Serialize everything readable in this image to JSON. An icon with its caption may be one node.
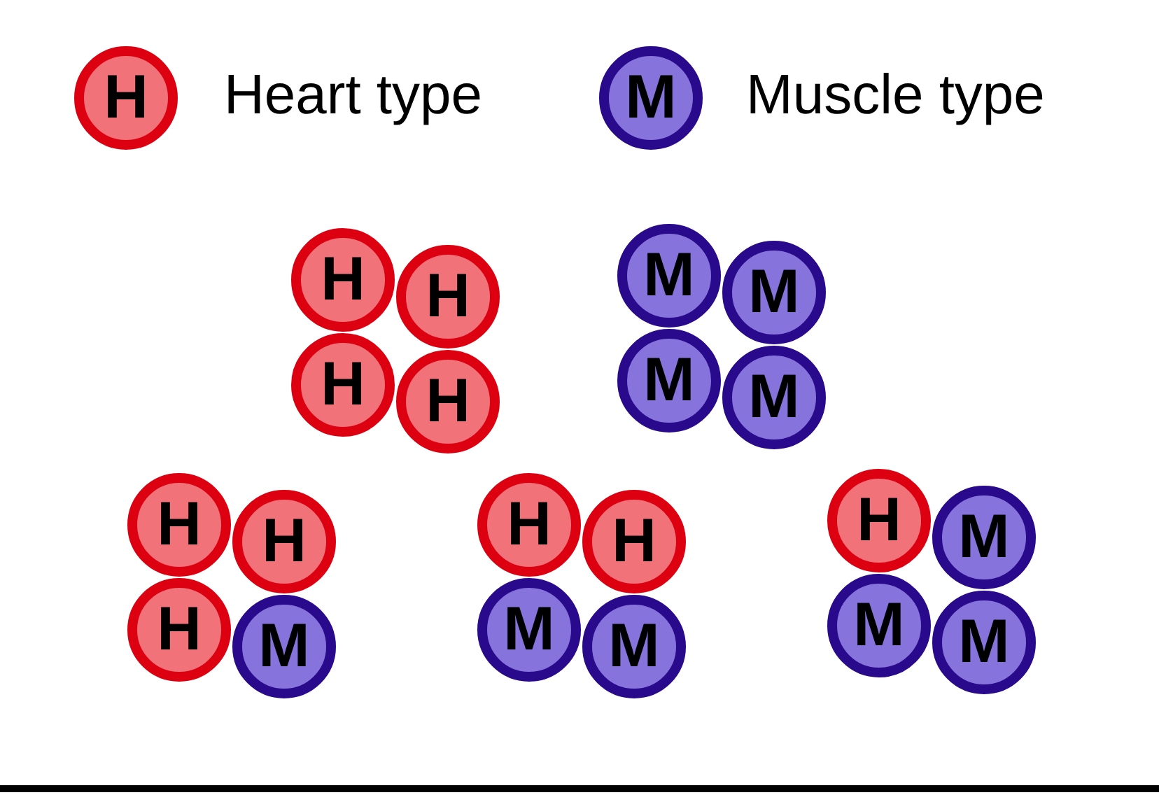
{
  "diagram": {
    "nodes": [
      {
        "text": [
          "H"
        ]
      },
      {
        "text": [
          "H"
        ]
      },
      {
        "text": [
          "H"
        ]
      },
      {
        "text": [
          "H"
        ]
      },
      {
        "text": [
          "M"
        ]
      },
      {
        "text": [
          "M"
        ]
      },
      {
        "text": [
          "M"
        ]
      },
      {
        "text": [
          "M"
        ]
      },
      {
        "text": [
          "H"
        ]
      },
      {
        "text": [
          "H"
        ]
      },
      {
        "text": [
          "H"
        ]
      },
      {
        "text": [
          "M"
        ]
      },
      {
        "text": [
          "H"
        ]
      },
      {
        "text": [
          "H"
        ]
      },
      {
        "text": [
          "M"
        ]
      },
      {
        "text": [
          "M"
        ]
      },
      {
        "text": [
          "H"
        ]
      },
      {
        "text": [
          "M"
        ]
      },
      {
        "text": [
          "M"
        ]
      },
      {
        "text": [
          "M"
        ]
      }
    ],
    "edges": [],
    "labels": [
      "H",
      "M"
    ],
    "legend": [
      {
        "text": "Heart type",
        "color": "#f2727a"
      },
      {
        "text": "Muscle type",
        "color": "#8673dc"
      }
    ]
  }
}
